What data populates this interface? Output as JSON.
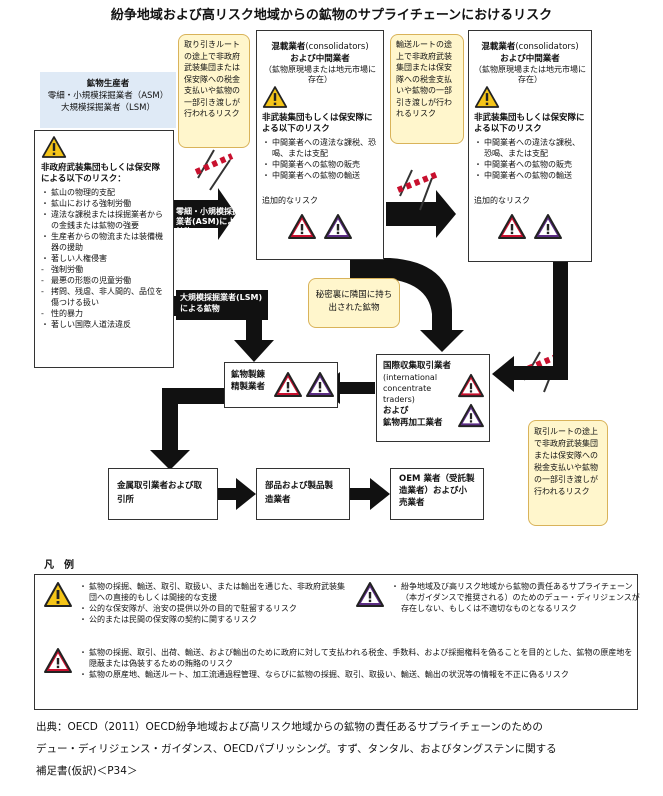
{
  "title": "紛争地域および高リスク地域からの鉱物のサプライチェーンにおけるリスク",
  "mineral_producers": {
    "heading": "鉱物生産者",
    "line1": "零細・小規模採掘業者（ASM）",
    "line2": "大規模採掘業者（LSM）"
  },
  "main_risk_box": {
    "heading": "非政府武装集団もしくは保安隊による以下のリスク：",
    "items": [
      "鉱山の物理的支配",
      "鉱山における強制労働",
      "違法な課税または採掘業者からの金銭または鉱物の強要",
      "生産者からの物流または装備機器の援助",
      "著しい人権侵害"
    ],
    "subitems": [
      "強制労働",
      "最悪の形態の児童労働",
      "拷問、残虐、非人間的、品位を傷つける扱い",
      "性的暴力"
    ],
    "last": "著しい国際人道法違反"
  },
  "callout_top_left": "取り引きルートの途上で非政府武装集団または保安隊への税金支払いや鉱物の一部引き渡しが行われるリスク",
  "callout_top_mid": "輸送ルートの途上で非政府武装集団または保安隊への税金支払いや鉱物の一部引き渡しが行われるリスク",
  "callout_right": "取引ルートの途上で非政府武装集団または保安隊への税金支払いや鉱物の一部引き渡しが行われるリスク",
  "callout_smuggle": "秘密裏に隣国に持ち出された鉱物",
  "trader1": {
    "head1": "混載業者",
    "head1b": "(consolidators)",
    "head2": "および中間業者",
    "sub": "（鉱物原現場または地元市場に存在）",
    "risk_heading": "非武装集団もしくは保安隊による以下のリスク",
    "items": [
      "中間業者への違法な課税、恐喝、または支配",
      "中間業者への鉱物の販売",
      "中間業者への鉱物の輸送"
    ],
    "extra": "追加的なリスク"
  },
  "trader2": {
    "head1": "混載業者",
    "head1b": "(consolidators)",
    "head2": "および中間業者",
    "sub": "（鉱物原現場または地元市場に存在）",
    "risk_heading": "非武装集団もしくは保安隊による以下のリスク",
    "items": [
      "中間業者への違法な課税、恐喝、または支配",
      "中間業者への鉱物の販売",
      "中間業者への鉱物の輸送"
    ],
    "extra": "追加的なリスク"
  },
  "arrow_asm": "零細・小規模採掘業者(ASM)による鉱物",
  "arrow_lsm": "大規模採掘業者(LSM)による鉱物",
  "smelter": "鉱物製錬精製業者",
  "intl_trader": {
    "l1": "国際収集取引業者",
    "l2": "(international concentrate traders)",
    "l3": "および",
    "l4": "鉱物再加工業者"
  },
  "metal_trader": "金属取引業者および取引所",
  "parts_maker": "部品および製品製造業者",
  "oem": "OEM 業者（受託製造業者）および小売業者",
  "legend": {
    "title": "凡　例",
    "yellow_items": [
      "鉱物の採掘、輸送、取引、取扱い、または輸出を通じた、非政府武装集団への直接的もしくは間接的な支援",
      "公的な保安隊が、治安の提供以外の目的で駐留するリスク",
      "公的または民間の保安隊の契約に関するリスク"
    ],
    "purple_item": "紛争地域及び高リスク地域から鉱物の責任あるサプライチェーン（本ガイダンスで推奨される）のためのデュー・ディリジェンスが存在しない、もしくは不適切なものとなるリスク",
    "red_items": [
      "鉱物の採掘、取引、出荷、輸送、および輸出のために政府に対して支払われる税金、手数料、および採掘権料を偽ることを目的とした、鉱物の原産地を隠蔽または偽装するための賄賂のリスク",
      "鉱物の原産地、輸送ルート、加工流通過程管理、ならびに鉱物の採掘、取引、取扱い、輸送、輸出の状況等の情報を不正に偽るリスク"
    ]
  },
  "source": [
    "出典：OECD（2011）OECD紛争地域および高リスク地域からの鉱物の責任あるサプライチェーンのための",
    "デュー・ディリジェンス・ガイダンス、OECDパブリッシング。すず、タンタル、およびタングステンに関する",
    "補足書(仮訳)＜P34＞"
  ],
  "colors": {
    "yellow": "#f5c518",
    "red": "#c8102e",
    "purple": "#5b2c83",
    "blue_bg": "#dfeaf6",
    "callout_bg": "#fff6cc"
  }
}
